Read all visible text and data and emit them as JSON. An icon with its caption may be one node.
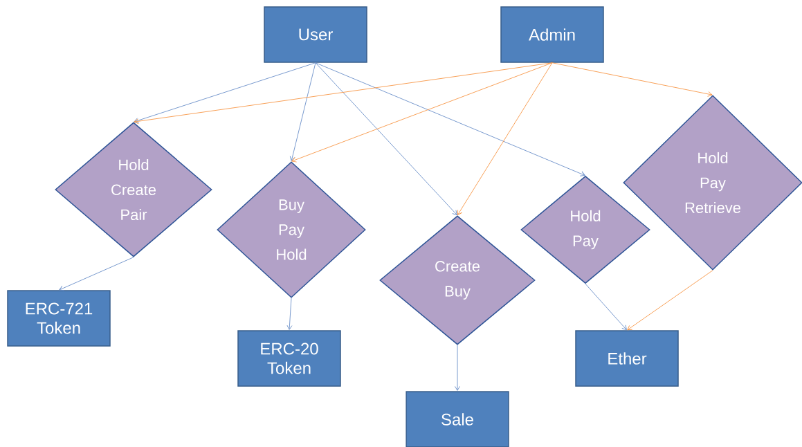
{
  "diagram": {
    "nodes": [
      {
        "text": [
          "User"
        ]
      },
      {
        "text": [
          "Admin"
        ]
      },
      {
        "text": [
          "Hold Create Pair"
        ]
      },
      {
        "text": [
          "Buy Pay Hold"
        ]
      },
      {
        "text": [
          "Create Buy"
        ]
      },
      {
        "text": [
          "Hold Pay"
        ]
      },
      {
        "text": [
          "Hold Pay Retrieve"
        ]
      },
      {
        "text": [
          "ERC-721 Token"
        ]
      },
      {
        "text": [
          "ERC-20 Token"
        ]
      },
      {
        "text": [
          "Sale"
        ]
      },
      {
        "text": [
          "Ether"
        ]
      }
    ],
    "edges": [
      {
        "from": 0,
        "to": 2,
        "arrow": "to"
      },
      {
        "from": 0,
        "to": 3,
        "arrow": "to"
      },
      {
        "from": 0,
        "to": 4,
        "arrow": "to"
      },
      {
        "from": 0,
        "to": 5,
        "arrow": "to"
      },
      {
        "from": 1,
        "to": 2,
        "arrow": "to",
        "color": "#f79646"
      },
      {
        "from": 1,
        "to": 3,
        "arrow": "to",
        "color": "#f79646"
      },
      {
        "from": 1,
        "to": 4,
        "arrow": "to",
        "color": "#f79646"
      },
      {
        "from": 1,
        "to": 6,
        "arrow": "to",
        "color": "#f79646"
      },
      {
        "from": 2,
        "to": 7,
        "arrow": "to"
      },
      {
        "from": 3,
        "to": 8,
        "arrow": "to"
      },
      {
        "from": 4,
        "to": 9,
        "arrow": "to"
      },
      {
        "from": 5,
        "to": 10,
        "arrow": "to"
      },
      {
        "from": 6,
        "to": 10,
        "arrow": "to",
        "color": "#f79646"
      }
    ]
  }
}
